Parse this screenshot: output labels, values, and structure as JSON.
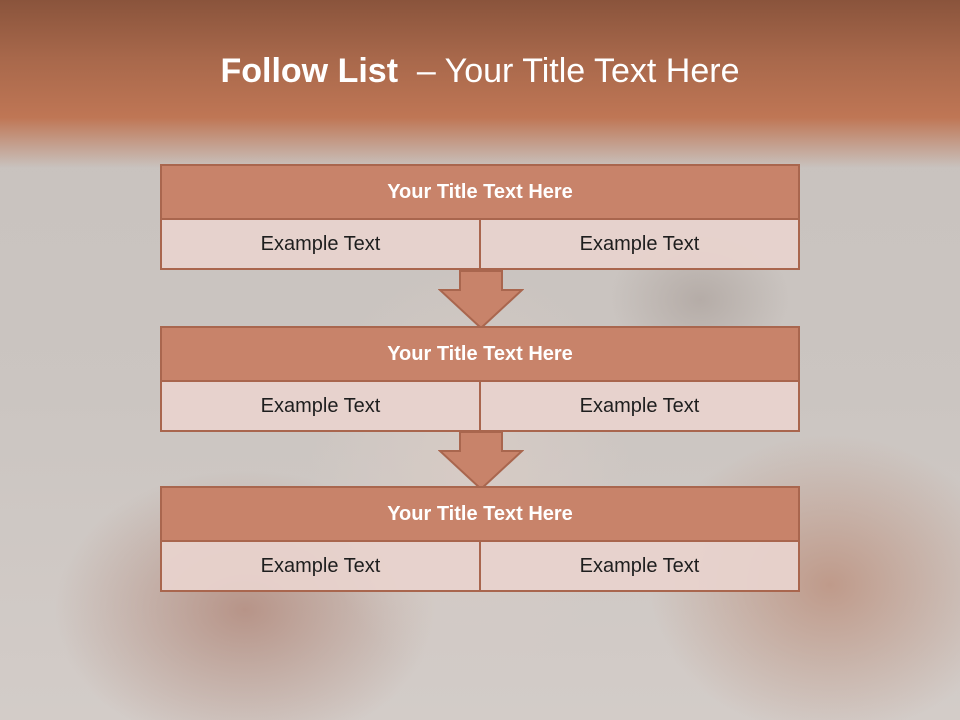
{
  "slide": {
    "title_bold": "Follow List",
    "title_rest": "  – Your Title Text Here"
  },
  "steps": [
    {
      "title": "Your Title Text Here",
      "left": "Example Text",
      "right": "Example Text"
    },
    {
      "title": "Your Title Text Here",
      "left": "Example Text",
      "right": "Example Text"
    },
    {
      "title": "Your Title Text Here",
      "left": "Example Text",
      "right": "Example Text"
    }
  ],
  "colors": {
    "header": "#b56f50",
    "box_fill": "#c8836a",
    "box_border": "#a9664e",
    "row_fill": "#e8d3cd"
  }
}
